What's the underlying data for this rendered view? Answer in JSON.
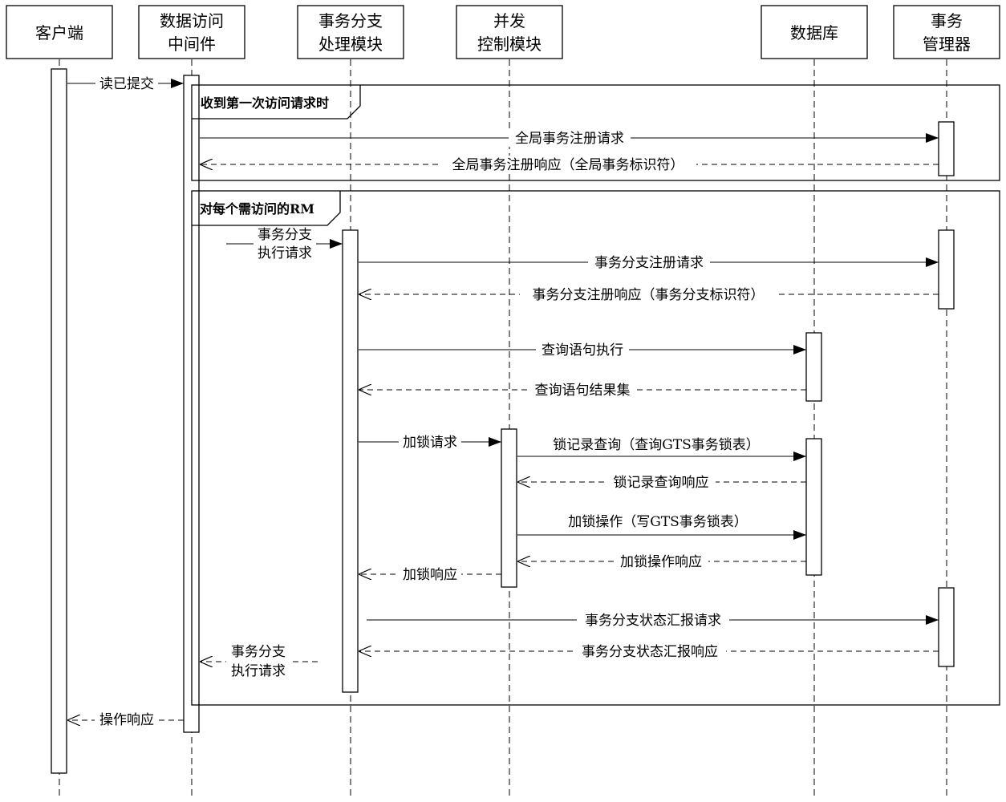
{
  "participants": [
    {
      "id": "client",
      "lines": [
        "客户端"
      ]
    },
    {
      "id": "dam",
      "lines": [
        "数据访问",
        "中间件"
      ]
    },
    {
      "id": "tbp",
      "lines": [
        "事务分支",
        "处理模块"
      ]
    },
    {
      "id": "ccm",
      "lines": [
        "并发",
        "控制模块"
      ]
    },
    {
      "id": "db",
      "lines": [
        "数据库"
      ]
    },
    {
      "id": "tm",
      "lines": [
        "事务",
        "管理器"
      ]
    }
  ],
  "frames": [
    {
      "id": "first-request",
      "title": "收到第一次访问请求时"
    },
    {
      "id": "per-rm",
      "title": "对每个需访问的RM"
    }
  ],
  "messages": [
    {
      "id": "read-committed",
      "from": "client",
      "to": "dam",
      "type": "sync",
      "lines": [
        "读已提交"
      ]
    },
    {
      "id": "global-tx-register-request",
      "from": "dam",
      "to": "tm",
      "type": "sync",
      "lines": [
        "全局事务注册请求"
      ]
    },
    {
      "id": "global-tx-register-response",
      "from": "tm",
      "to": "dam",
      "type": "reply",
      "lines": [
        "全局事务注册响应（全局事务标识符）"
      ]
    },
    {
      "id": "branch-exec-request",
      "from": "dam",
      "to": "tbp",
      "type": "sync",
      "lines": [
        "事务分支",
        "执行请求"
      ]
    },
    {
      "id": "branch-register-request",
      "from": "tbp",
      "to": "tm",
      "type": "sync",
      "lines": [
        "事务分支注册请求"
      ]
    },
    {
      "id": "branch-register-response",
      "from": "tm",
      "to": "tbp",
      "type": "reply",
      "lines": [
        "事务分支注册响应（事务分支标识符）"
      ]
    },
    {
      "id": "query-exec",
      "from": "tbp",
      "to": "db",
      "type": "sync",
      "lines": [
        "查询语句执行"
      ]
    },
    {
      "id": "query-result",
      "from": "db",
      "to": "tbp",
      "type": "reply",
      "lines": [
        "查询语句结果集"
      ]
    },
    {
      "id": "lock-request",
      "from": "tbp",
      "to": "ccm",
      "type": "sync",
      "lines": [
        "加锁请求"
      ]
    },
    {
      "id": "lock-record-query",
      "from": "ccm",
      "to": "db",
      "type": "sync",
      "lines": [
        "锁记录查询（查询GTS事务锁表）"
      ]
    },
    {
      "id": "lock-record-query-response",
      "from": "db",
      "to": "ccm",
      "type": "reply",
      "lines": [
        "锁记录查询响应"
      ]
    },
    {
      "id": "lock-operation",
      "from": "ccm",
      "to": "db",
      "type": "sync",
      "lines": [
        "加锁操作（写GTS事务锁表）"
      ]
    },
    {
      "id": "lock-operation-response",
      "from": "db",
      "to": "ccm",
      "type": "reply",
      "lines": [
        "加锁操作响应"
      ]
    },
    {
      "id": "lock-response",
      "from": "ccm",
      "to": "tbp",
      "type": "reply",
      "lines": [
        "加锁响应"
      ]
    },
    {
      "id": "branch-status-report-request",
      "from": "tbp",
      "to": "tm",
      "type": "sync",
      "lines": [
        "事务分支状态汇报请求"
      ]
    },
    {
      "id": "branch-status-report-response",
      "from": "tm",
      "to": "tbp",
      "type": "reply",
      "lines": [
        "事务分支状态汇报响应"
      ]
    },
    {
      "id": "branch-exec-reply",
      "from": "tbp",
      "to": "dam",
      "type": "reply",
      "lines": [
        "事务分支",
        "执行请求"
      ]
    },
    {
      "id": "operation-response",
      "from": "dam",
      "to": "client",
      "type": "reply",
      "lines": [
        "操作响应"
      ]
    }
  ]
}
